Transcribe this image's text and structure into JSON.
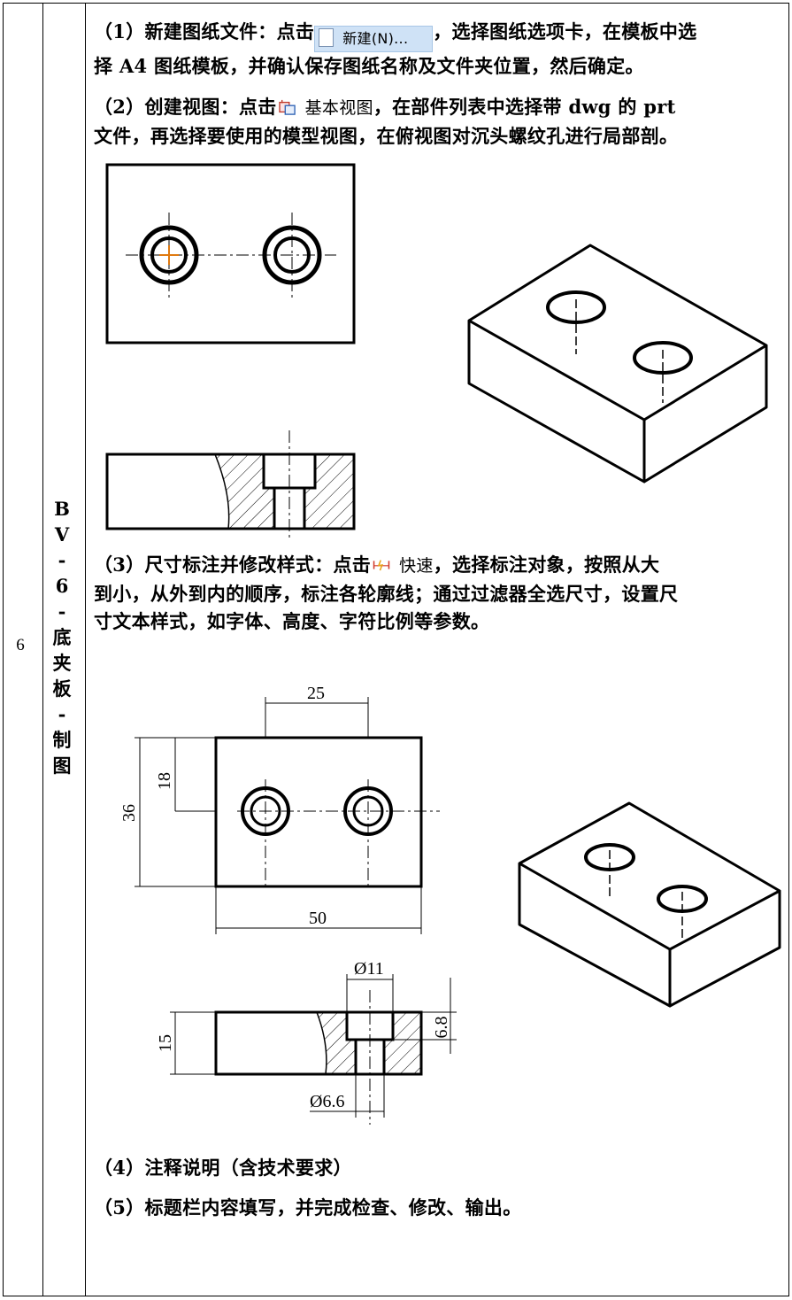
{
  "row_number": "6",
  "vertical_title": [
    "B",
    "V",
    "-",
    "6",
    "-",
    "底",
    "夹",
    "板",
    "-",
    "制",
    "图"
  ],
  "steps": {
    "s1_prefix": "（1）新建图纸文件：点击",
    "s1_button": "新建(N)...",
    "s1_suffix": "，选择图纸选项卡，在模板中选",
    "s1_line2": "择 A4 图纸模板，并确认保存图纸名称及文件夹位置，然后确定。",
    "s2_prefix": "（2）创建视图：点击",
    "s2_tool": "基本视图",
    "s2_suffix": "，在部件列表中选择带 dwg 的 prt",
    "s2_line2": "文件，再选择要使用的模型视图，在俯视图对沉头螺纹孔进行局部剖。",
    "s3_prefix": "（3）尺寸标注并修改样式：点击",
    "s3_tool": "快速",
    "s3_suffix": "，选择标注对象，按照从大",
    "s3_line2": "到小，从外到内的顺序，标注各轮廓线；通过过滤器全选尺寸，设置尺",
    "s3_line3": "寸文本样式，如字体、高度、字符比例等参数。",
    "s4": "（4）注释说明（含技术要求）",
    "s5": "（5）标题栏内容填写，并完成检查、修改、输出。"
  },
  "dimensions": {
    "width": "25",
    "top_half": "18",
    "height": "36",
    "length": "50",
    "thickness": "15",
    "counterbore_dia": "Ø11",
    "counterbore_depth": "6.8",
    "hole_dia": "Ø6.6"
  },
  "icons": [
    "new-document-icon",
    "basic-view-icon",
    "rapid-dimension-icon"
  ],
  "colors": {
    "button_bg": "#cfe2f6",
    "center_mark": "#e07a10",
    "tool_red": "#d23a2a"
  }
}
